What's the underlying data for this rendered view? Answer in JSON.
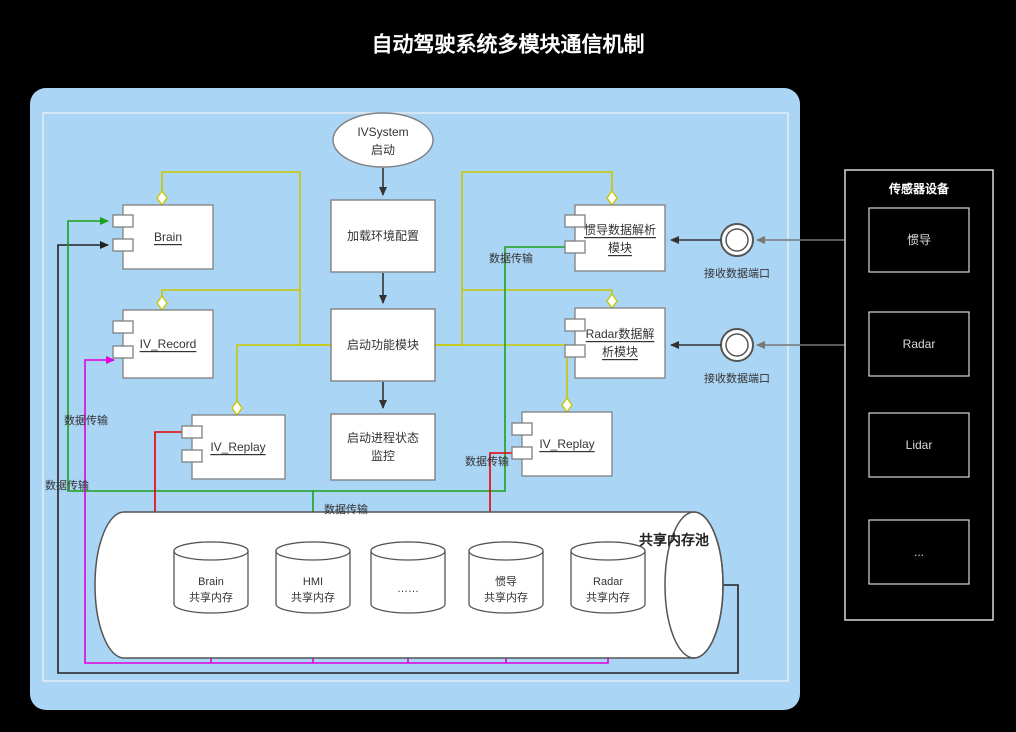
{
  "title": "自动驾驶系统多模块通信机制",
  "colors": {
    "background": "#000000",
    "container_fill": "#abd5f5",
    "node_fill": "#ffffff",
    "node_border": "#808080",
    "composition_yellow": "#c8c800",
    "flow_green": "#1aa11a",
    "flow_red": "#e60000",
    "flow_magenta": "#e000e0",
    "flow_black": "#222222"
  },
  "start_node": {
    "line1": "IVSystem",
    "line2": "启动"
  },
  "process": {
    "load_config": "加载环境配置",
    "start_modules": "启动功能模块",
    "monitor_line1": "启动进程状态",
    "monitor_line2": "监控"
  },
  "components": {
    "brain": "Brain",
    "iv_record": "IV_Record",
    "iv_replay_left": "IV_Replay",
    "ins_parser_line1": "惯导数据解析",
    "ins_parser_line2": "模块",
    "radar_parser_line1": "Radar数据解",
    "radar_parser_line2": "析模块",
    "iv_replay_right": "IV_Replay"
  },
  "ports": {
    "port1_label": "接收数据端口",
    "port2_label": "接收数据端口"
  },
  "memory_pool": {
    "title": "共享内存池",
    "cylinders": [
      {
        "line1": "Brain",
        "line2": "共享内存"
      },
      {
        "line1": "HMI",
        "line2": "共享内存"
      },
      {
        "line1": "……",
        "line2": ""
      },
      {
        "line1": "惯导",
        "line2": "共享内存"
      },
      {
        "line1": "Radar",
        "line2": "共享内存"
      }
    ]
  },
  "sensor_panel": {
    "title": "传感器设备",
    "items": [
      "惯导",
      "Radar",
      "Lidar",
      "..."
    ]
  },
  "edge_labels": {
    "left_upper": "数据传输",
    "left_lower": "数据传输",
    "center": "数据传输",
    "replay_right": "数据传输",
    "ins_out": "数据传输"
  }
}
